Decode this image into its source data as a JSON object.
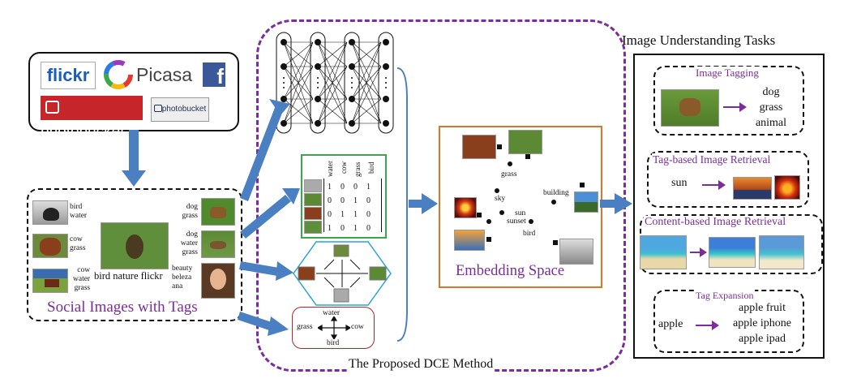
{
  "sources": {
    "flickr": "flickr",
    "picasa": "Picasa",
    "facebook": "f",
    "photobucket": "photobucket",
    "photobucket_small": "photobucket"
  },
  "social": {
    "title": "Social Images with Tags",
    "center_caption": "bird nature flickr",
    "tags": {
      "cat": [
        "bird",
        "water"
      ],
      "cow1": [
        "cow",
        "grass"
      ],
      "cow2": [
        "cow",
        "water",
        "grass"
      ],
      "dog1": [
        "dog",
        "grass"
      ],
      "dog2": [
        "dog",
        "water",
        "grass"
      ],
      "woman": [
        "beauty",
        "beleza",
        "ana"
      ]
    }
  },
  "matrix": {
    "cols": [
      "water",
      "cow",
      "grass",
      "bird"
    ],
    "rows": [
      [
        "1",
        "0",
        "0",
        "1"
      ],
      [
        "0",
        "0",
        "1",
        "0"
      ],
      [
        "0",
        "1",
        "1",
        "0"
      ],
      [
        "1",
        "0",
        "1",
        "0"
      ]
    ]
  },
  "tag_graph": {
    "top": "water",
    "left": "grass",
    "right": "cow",
    "bottom": "bird"
  },
  "method_label": "The Proposed DCE Method",
  "embedding": {
    "title": "Embedding Space",
    "words": [
      "grass",
      "sky",
      "sun",
      "sunset",
      "building",
      "bird"
    ]
  },
  "tasks": {
    "title": "Image Understanding Tasks",
    "tagging": {
      "title": "Image Tagging",
      "tags": [
        "dog",
        "grass",
        "animal"
      ]
    },
    "tag_retrieval": {
      "title": "Tag-based Image Retrieval",
      "query": "sun"
    },
    "content_retrieval": {
      "title": "Content-based Image Retrieval"
    },
    "expansion": {
      "title": "Tag Expansion",
      "query": "apple",
      "results": [
        "apple fruit",
        "apple iphone",
        "apple ipad"
      ]
    }
  },
  "colors": {
    "purple": "#7b2d9b",
    "arrow_blue": "#4a7fc1",
    "matrix_green": "#3aa64a",
    "hex_blue": "#2aa3d8",
    "graph_red": "#b0262a",
    "embed_orange": "#d4792b"
  }
}
